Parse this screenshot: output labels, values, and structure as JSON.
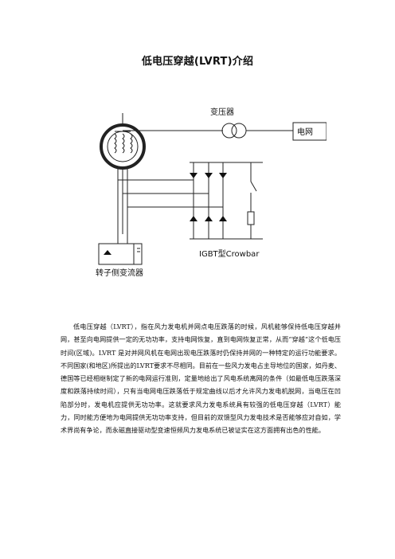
{
  "document": {
    "title": "低电压穿越(LVRT)介绍",
    "paragraph": "低电压穿越（LVRT），指在风力发电机并网点电压跌落的时候，风机能够保持低电压穿越并网，甚至向电网提供一定的无功功率，支持电网恢复，直到电网恢复正常，从而“穿越”这个低电压时间(区域)。LVRT 是对并网风机在电网出现电压跌落时仍保持并网的一种特定的运行功能要求。不同国家(和地区)所提出的LVRT要求不尽相同。目前在一些风力发电占主导地位的国家，如丹麦、德国等已经相继制定了新的电网运行准则，定量地给出了风电系统离网的条件（如最低电压跌落深度和跌落持续时间），只有当电网电压跌落低于规定曲线以后才允许风力发电机脱网，当电压在凹陷部分时，发电机应提供无功功率。这就要求风力发电系统具有较强的低电压穿越（LVRT）能力，同时能方便地为电网提供无功功率支持，但目前的双馈型风力发电技术是否能够应对自如，学术界尚有争论，而永磁直接驱动型变速恒频风力发电系统已被证实在这方面拥有出色的性能。"
  },
  "diagram": {
    "transformer_label": "变压器",
    "grid_label": "电网",
    "crowbar_label": "IGBT型Crowbar",
    "converter_label": "转子侧变流器"
  }
}
